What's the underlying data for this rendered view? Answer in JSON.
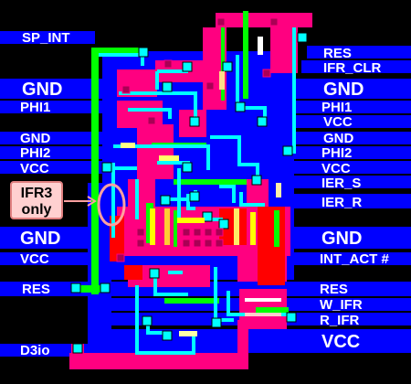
{
  "colors": {
    "background": "#000000",
    "metal1": "#0000ff",
    "metal2": "#ff0080",
    "poly": "#ff0000",
    "diffusion": "#00ff00",
    "contact": "#00ffff",
    "label_text": "#ffffff",
    "callout": "#ffa0a0"
  },
  "labels": {
    "left": [
      "SP_INT",
      "GND",
      "PHI1",
      "GND",
      "PHI2",
      "VCC",
      "GND",
      "VCC",
      "RES",
      "D3io"
    ],
    "right": [
      "RES",
      "IFR_CLR",
      "GND",
      "PHI1",
      "VCC",
      "GND",
      "PHI2",
      "VCC",
      "IER_S",
      "IER_R",
      "GND",
      "INT_ACT #",
      "RES",
      "W_IFR",
      "R_IFR",
      "VCC"
    ]
  },
  "callout": {
    "line1": "IFR3",
    "line2": "only",
    "arrow_icon": "arrow-right-icon"
  }
}
